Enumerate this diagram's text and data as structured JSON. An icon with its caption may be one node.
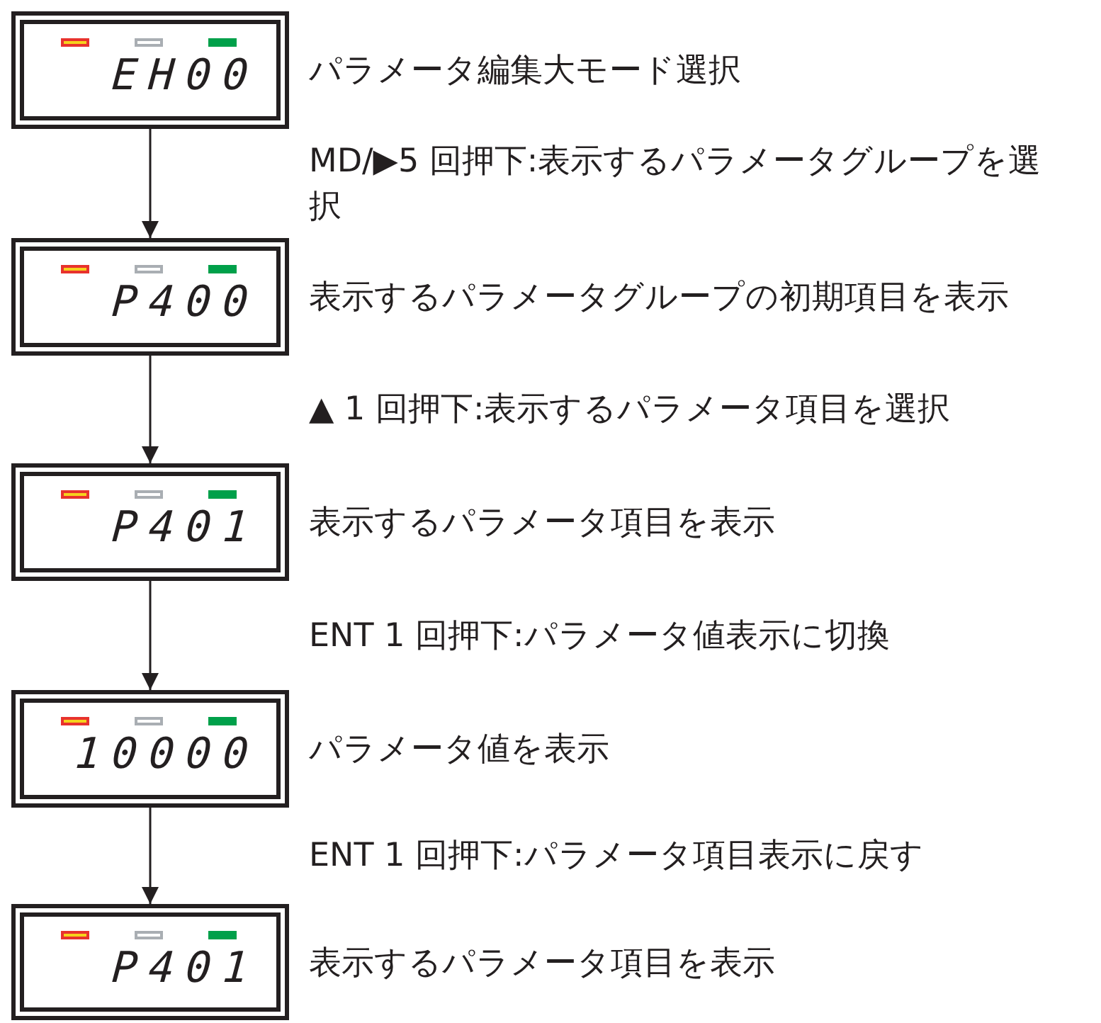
{
  "diagram": {
    "nodes": [
      {
        "text": [
          "EH00"
        ],
        "beside": [
          "パラメータ編集大モード選択"
        ]
      },
      {
        "text": [
          "P400"
        ],
        "beside": [
          "表示するパラメータグループの初期項目を表示"
        ]
      },
      {
        "text": [
          "P401"
        ],
        "beside": [
          "表示するパラメータ項目を表示"
        ]
      },
      {
        "text": [
          "10000"
        ],
        "beside": [
          "パラメータ値を表示"
        ]
      },
      {
        "text": [
          "P401"
        ],
        "beside": [
          "表示するパラメータ項目を表示"
        ]
      }
    ],
    "edges": [
      {
        "from": 0,
        "to": 1,
        "arrow": "to",
        "label": "MD/▶5 回押下:表示するパラメータグループを選択"
      },
      {
        "from": 1,
        "to": 2,
        "arrow": "to",
        "label": "▲ 1 回押下:表示するパラメータ項目を選択"
      },
      {
        "from": 2,
        "to": 3,
        "arrow": "to",
        "label": "ENT 1 回押下:パラメータ値表示に切換"
      },
      {
        "from": 3,
        "to": 4,
        "arrow": "to",
        "label": "ENT 1 回押下:パラメータ項目表示に戻す"
      }
    ]
  }
}
